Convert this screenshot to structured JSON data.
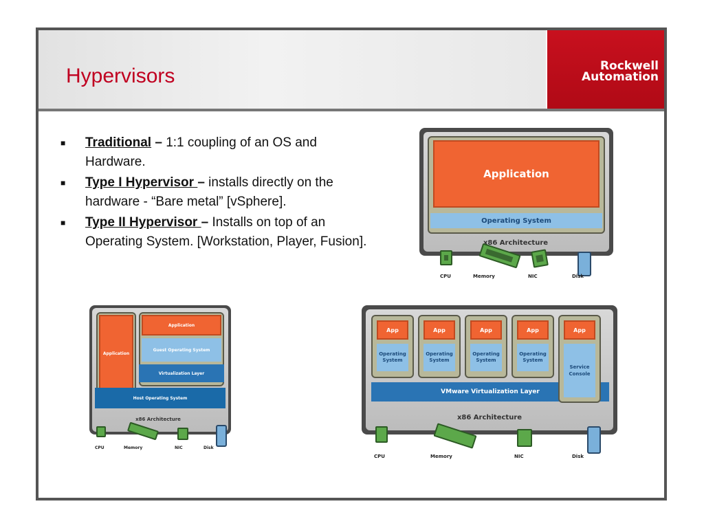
{
  "title": "Hypervisors",
  "logo": {
    "line1": "Rockwell",
    "line2": "Automation"
  },
  "bullets": [
    {
      "term": "Traditional",
      "dash": " –",
      "text": " 1:1 coupling of an OS and Hardware."
    },
    {
      "term": "Type I Hypervisor ",
      "dash": "–",
      "text": " installs directly on the hardware - “Bare metal” [vSphere]."
    },
    {
      "term": "Type II Hypervisor ",
      "dash": "–",
      "text": " Installs on top of an Operating System. [Workstation, Player, Fusion]."
    }
  ],
  "diagram_traditional": {
    "application": "Application",
    "os": "Operating System",
    "arch": "x86 Architecture",
    "hw": [
      "CPU",
      "Memory",
      "NIC",
      "Disk"
    ]
  },
  "diagram_type2": {
    "host_app": "Application",
    "guest_app": "Application",
    "guest_os": "Guest Operating System",
    "virt_layer": "Virtualization Layer",
    "host_os": "Host Operating System",
    "arch": "x86 Architecture",
    "hw": [
      "CPU",
      "Memory",
      "NIC",
      "Disk"
    ]
  },
  "diagram_type1": {
    "vms": [
      {
        "app": "App",
        "os": "Operating System"
      },
      {
        "app": "App",
        "os": "Operating System"
      },
      {
        "app": "App",
        "os": "Operating System"
      },
      {
        "app": "App",
        "os": "Operating System"
      }
    ],
    "console": {
      "app": "App",
      "label": "Service Console"
    },
    "virt_layer": "VMware Virtualization Layer",
    "arch": "x86 Architecture",
    "hw": [
      "CPU",
      "Memory",
      "NIC",
      "Disk"
    ]
  }
}
